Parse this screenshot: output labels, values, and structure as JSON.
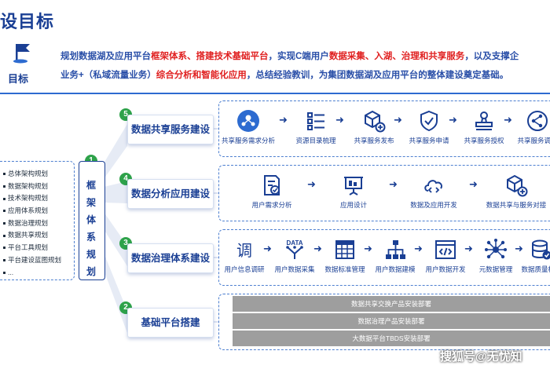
{
  "header": {
    "title": "设目标",
    "goal_label": "目标",
    "intro_line1_a": "规划数据湖及应用平台",
    "intro_line1_b": "框架体系、搭建技术基础平台",
    "intro_line1_c": "，实现C端用户",
    "intro_line1_d": "数据采集、入湖、治理和共享服务",
    "intro_line1_e": "，以及支撑企",
    "intro_line2_a": "业务+（私域流量业务）",
    "intro_line2_b": "综合分析和智能化应用",
    "intro_line2_c": "，总结经验教训，为集团数据湖及应用平台的整体建设奠定基础。"
  },
  "left_list": [
    "总体架构规划",
    "数据架构规划",
    "技术架构规划",
    "应用体系规划",
    "数据治理规划",
    "数据共享规划",
    "平台工具规划",
    "平台建设蓝图规划",
    "..."
  ],
  "framework": {
    "number": "1",
    "label": "框架体系规划"
  },
  "steps": [
    {
      "number": "5",
      "title": "数据共享服务建设",
      "items": [
        "共享服务需求分析",
        "资源目录梳理",
        "共享服务发布",
        "共享服务申请",
        "共享服务授权",
        "共享服务调用"
      ]
    },
    {
      "number": "4",
      "title": "数据分析应用建设",
      "items": [
        "用户需求分析",
        "应用设计",
        "数据及应用开发",
        "数据共享与服务对接"
      ]
    },
    {
      "number": "3",
      "title": "数据治理体系建设",
      "items": [
        "用户信息调研",
        "用户数据采集",
        "数据标准管理",
        "用户数据建模",
        "用户数据开发",
        "元数据管理",
        "数据质量检查"
      ]
    },
    {
      "number": "2",
      "title": "基础平台搭建",
      "bars": [
        "数据共享交换产品安装部署",
        "数据治理产品安装部署",
        "大数据平台TBDS安装部署"
      ]
    }
  ],
  "icons": {
    "step5": [
      "people-hub-icon",
      "list-icon",
      "cube-plus-icon",
      "shield-check-icon",
      "stamp-icon",
      "share-icon"
    ],
    "step4": [
      "document-check-icon",
      "presentation-icon",
      "cloud-code-icon",
      "cube-plus-icon"
    ],
    "step3": [
      "tiao-character-icon",
      "data-funnel-icon",
      "table-grid-icon",
      "hierarchy-icon",
      "code-window-icon",
      "network-nodes-icon",
      "database-check-icon"
    ]
  },
  "icon_glyph": {
    "tiao": "调",
    "data": "DATA"
  },
  "watermark": "搜狐号@无忧知",
  "colors": {
    "navy": "#1a3f94",
    "blue": "#2d6bd0",
    "green": "#2ea24a",
    "red": "#e02020",
    "gray": "#9e9e9e"
  }
}
